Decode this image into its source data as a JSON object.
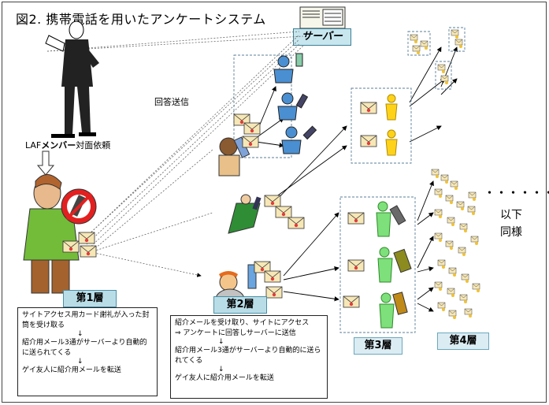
{
  "title": "図2. 携帯電話を用いたアンケートシステム",
  "server_label": "サーバー",
  "answer_label": "回答送信",
  "request_label_prefix": "LAF",
  "request_label_bold": "メンバー",
  "request_label_suffix": "対面依頼",
  "tiers": {
    "tier1": "第1層",
    "tier2": "第2層",
    "tier3": "第3層",
    "tier4": "第4層"
  },
  "tier1_desc": {
    "line1": "サイトアクセス用カード謝礼が入った封筒を受け取る",
    "arrow1": "↓",
    "line2": "紹介用メール3通がサーバーより自動的に送られてくる",
    "arrow2": "↓",
    "line3": "ゲイ友人に紹介用メールを転送"
  },
  "tier2_desc": {
    "line1": "紹介メールを受け取り、サイトにアクセス",
    "line2": "⇒ アンケートに回答しサーバーに送信",
    "arrow1": "↓",
    "line3": "紹介用メール3通がサーバーより自動的に送られてくる",
    "arrow2": "↓",
    "line4": "ゲイ友人に紹介用メールを転送"
  },
  "ellipsis": "・・・・・・",
  "side_note": {
    "line1": "以下",
    "line2": "同様"
  },
  "colors": {
    "tier_box": "#b9dde7",
    "server_box": "#c7e6ee",
    "green_figure": "#7ee07a",
    "yellow_figure": "#ffd21a",
    "envelope": "#f6e7b6",
    "dash": "#5a7f9a"
  }
}
